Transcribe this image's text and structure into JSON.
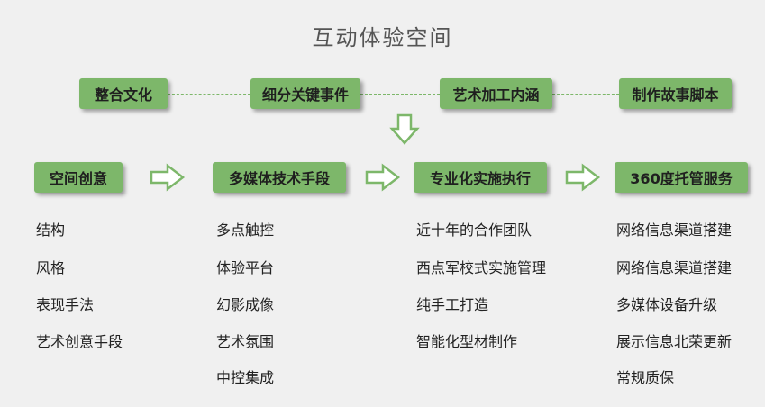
{
  "title": "互动体验空间",
  "top_row": [
    "整合文化",
    "细分关键事件",
    "艺术加工内涵",
    "制作故事脚本"
  ],
  "columns": [
    {
      "header": "空间创意",
      "items": [
        "结构",
        "风格",
        "表现手法",
        "艺术创意手段"
      ]
    },
    {
      "header": "多媒体技术手段",
      "items": [
        "多点触控",
        "体验平台",
        "幻影成像",
        "艺术氛围",
        "中控集成"
      ]
    },
    {
      "header": "专业化实施执行",
      "items": [
        "近十年的合作团队",
        "西点军校式实施管理",
        "纯手工打造",
        "智能化型材制作"
      ]
    },
    {
      "header": "360度托管服务",
      "items": [
        "网络信息渠道搭建",
        "网络信息渠道搭建",
        "多媒体设备升级",
        "展示信息北荣更新",
        "常规质保"
      ]
    }
  ],
  "colors": {
    "box": "#7db76a",
    "arrow_stroke": "#7db76a",
    "arrow_fill": "#ffffff",
    "background": "#f0f0f0"
  }
}
